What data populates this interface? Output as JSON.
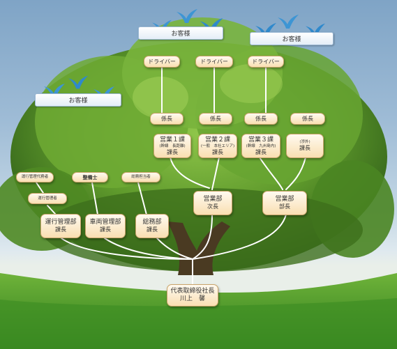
{
  "customers": [
    "お客様",
    "お客様",
    "お客様"
  ],
  "drivers": [
    "ドライバー",
    "ドライバー",
    "ドライバー"
  ],
  "chiefs": [
    "係長",
    "係長",
    "係長",
    "係長"
  ],
  "sales1": {
    "title": "営業１課",
    "sub": "(幹線　長距離)",
    "role": "課長"
  },
  "sales2": {
    "title": "営業２課",
    "sub": "(一般　本社エリア)",
    "role": "課長"
  },
  "sales3": {
    "title": "営業３課",
    "sub": "(幹線　九州島内)",
    "role": "課長"
  },
  "overseas": {
    "sub": "(渉外)",
    "role": "課長"
  },
  "staff": {
    "ops_deputy": "運行管理代務者",
    "mechanic": "整備士",
    "admin_staff": "総務担当者",
    "ops_manager": "運行管理者"
  },
  "sales_dept_deputy": {
    "title": "営業部",
    "role": "次長"
  },
  "sales_dept_head": {
    "title": "営業部",
    "role": "部長"
  },
  "ops_dept": {
    "title": "運行管理部",
    "role": "課長"
  },
  "vehicle_dept": {
    "title": "車両管理部",
    "role": "課長"
  },
  "general_dept": {
    "title": "総務部",
    "role": "課長"
  },
  "president": {
    "title": "代表取締役社長",
    "name": "川上　馨"
  }
}
